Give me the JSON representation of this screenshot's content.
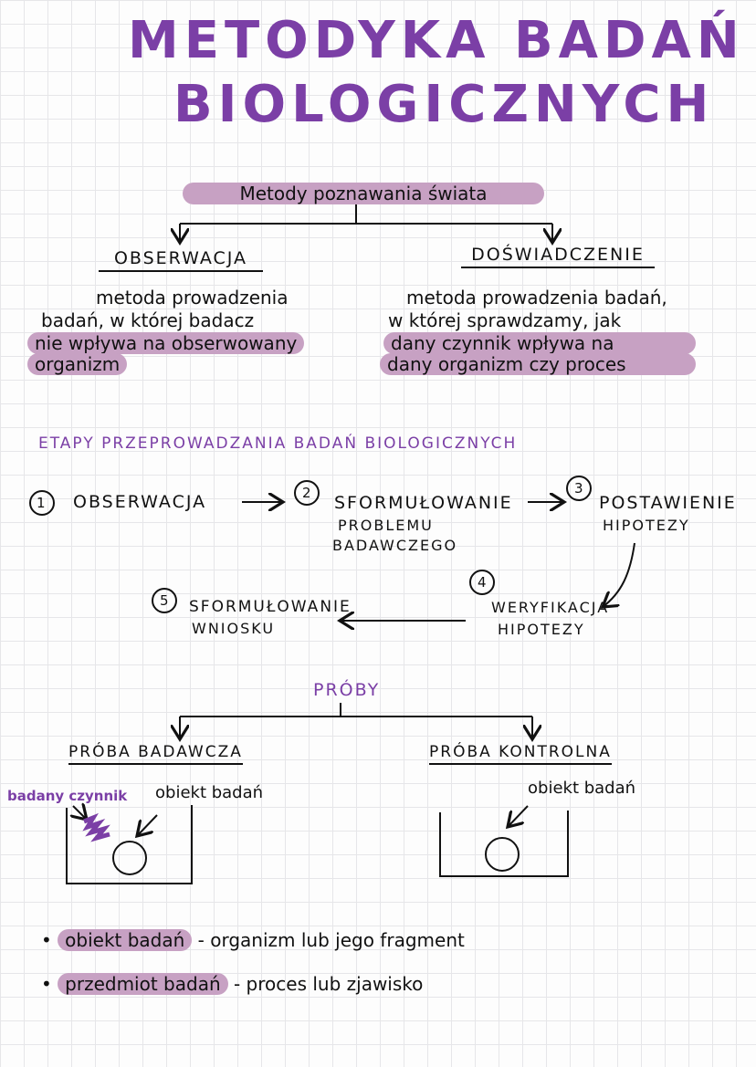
{
  "title": {
    "line1": "METODYKA BADAŃ",
    "line2": "BIOLOGICZNYCH"
  },
  "methods": {
    "heading": "Metody poznawania świata",
    "observation": {
      "label": "OBSERWACJA",
      "lines": [
        "metoda prowadzenia",
        "badań, w której badacz"
      ],
      "highlighted": [
        "nie wpływa na obserwowany",
        "organizm"
      ]
    },
    "experiment": {
      "label": "DOŚWIADCZENIE",
      "lines": [
        "metoda prowadzenia badań,",
        "w której sprawdzamy, jak"
      ],
      "highlighted": [
        "dany czynnik wpływa na",
        "dany organizm czy proces"
      ]
    }
  },
  "stages": {
    "heading": "ETAPY PRZEPROWADZANIA BADAŃ BIOLOGICZNYCH",
    "steps": [
      {
        "num": "1",
        "lines": [
          "OBSERWACJA"
        ]
      },
      {
        "num": "2",
        "lines": [
          "SFORMUŁOWANIE",
          "PROBLEMU",
          "BADAWCZEGO"
        ]
      },
      {
        "num": "3",
        "lines": [
          "POSTAWIENIE",
          "HIPOTEZY"
        ]
      },
      {
        "num": "4",
        "lines": [
          "WERYFIKACJA",
          "HIPOTEZY"
        ]
      },
      {
        "num": "5",
        "lines": [
          "SFORMUŁOWANIE",
          "WNIOSKU"
        ]
      }
    ]
  },
  "samples": {
    "heading": "PRÓBY",
    "research": {
      "label": "PRÓBA BADAWCZA",
      "factor": "badany czynnik",
      "object": "obiekt badań"
    },
    "control": {
      "label": "PRÓBA KONTROLNA",
      "object": "obiekt badań"
    }
  },
  "definitions": [
    {
      "term": "obiekt badań",
      "definition": "- organizm lub jego fragment"
    },
    {
      "term": "przedmiot badań",
      "definition": "- proces lub zjawisko"
    }
  ],
  "colors": {
    "accent": "#7b3fa6",
    "highlight": "#c7a1c3"
  }
}
